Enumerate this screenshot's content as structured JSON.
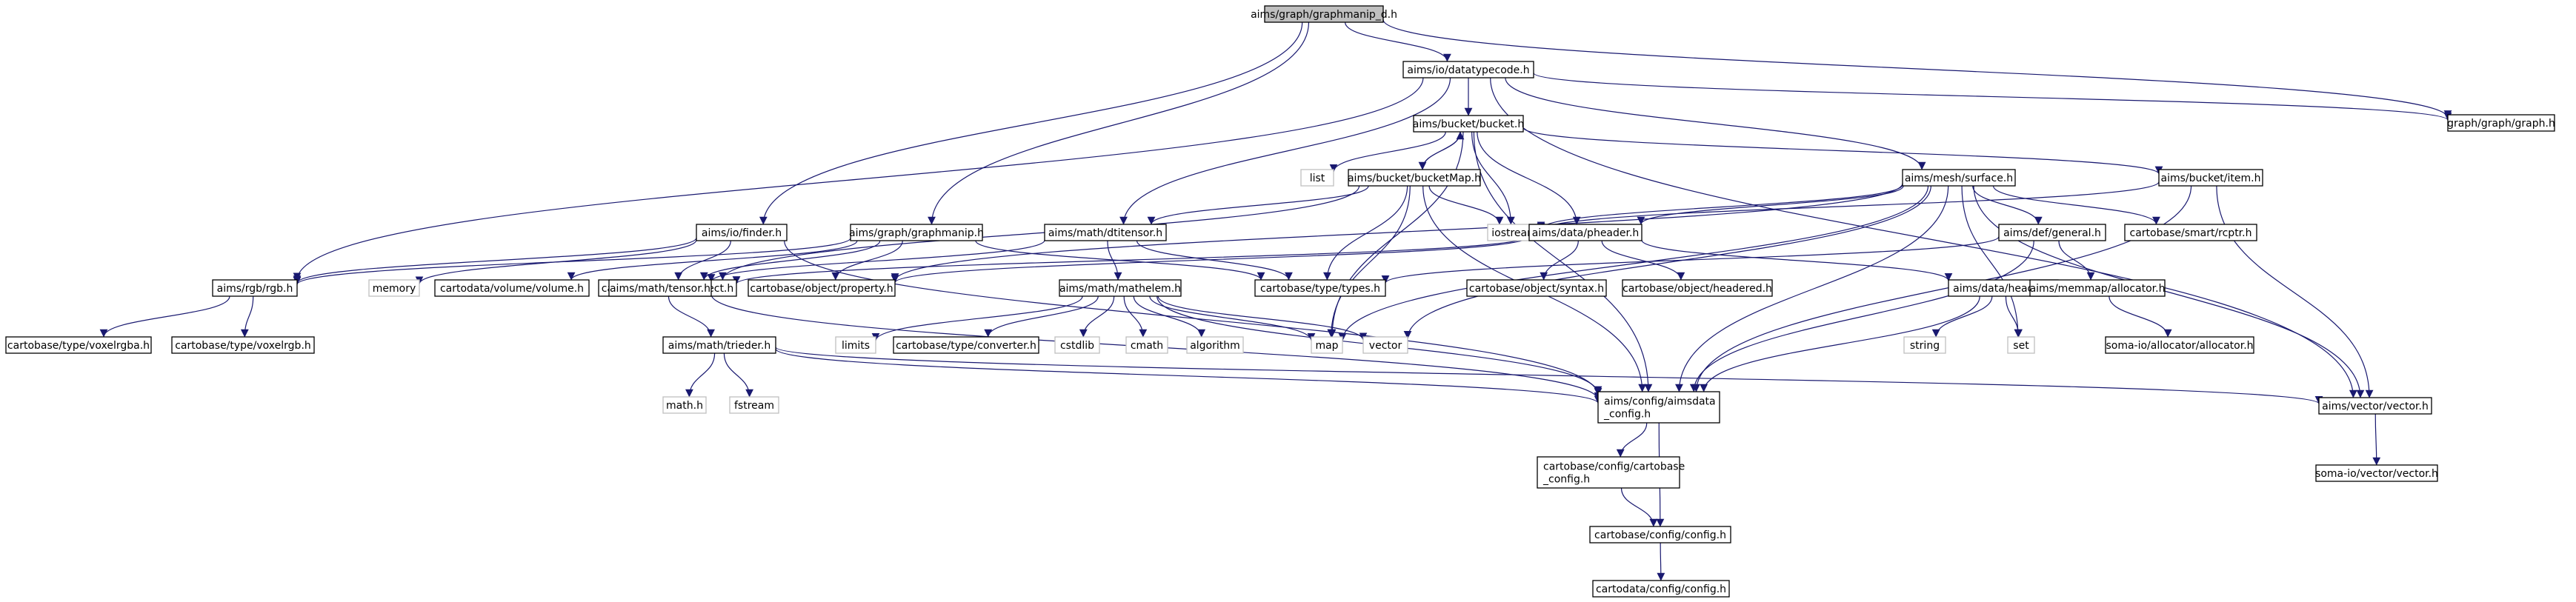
{
  "colors": {
    "edge": "#191970",
    "root_fill": "#bfbfbf",
    "node_border": "#000000",
    "external_border": "#bfbfbf",
    "background": "#ffffff"
  },
  "nodes": [
    {
      "id": "graphmanip_d",
      "label": "aims/graph/graphmanip_d.h",
      "kind": "root"
    },
    {
      "id": "datatypecode",
      "label": "aims/io/datatypecode.h",
      "kind": "file"
    },
    {
      "id": "graph",
      "label": "graph/graph/graph.h",
      "kind": "file"
    },
    {
      "id": "bucket",
      "label": "aims/bucket/bucket.h",
      "kind": "file"
    },
    {
      "id": "list",
      "label": "list",
      "kind": "external"
    },
    {
      "id": "bucketMap",
      "label": "aims/bucket/bucketMap.h",
      "kind": "file"
    },
    {
      "id": "surface",
      "label": "aims/mesh/surface.h",
      "kind": "file"
    },
    {
      "id": "item",
      "label": "aims/bucket/item.h",
      "kind": "file"
    },
    {
      "id": "iostream",
      "label": "iostream",
      "kind": "external"
    },
    {
      "id": "finder",
      "label": "aims/io/finder.h",
      "kind": "file"
    },
    {
      "id": "graphmanip",
      "label": "aims/graph/graphmanip.h",
      "kind": "file"
    },
    {
      "id": "dtitensor",
      "label": "aims/math/dtitensor.h",
      "kind": "file"
    },
    {
      "id": "pheader",
      "label": "aims/data/pheader.h",
      "kind": "file"
    },
    {
      "id": "general",
      "label": "aims/def/general.h",
      "kind": "file"
    },
    {
      "id": "rcptr",
      "label": "cartobase/smart/rcptr.h",
      "kind": "file"
    },
    {
      "id": "rgb",
      "label": "aims/rgb/rgb.h",
      "kind": "file"
    },
    {
      "id": "memory",
      "label": "memory",
      "kind": "external"
    },
    {
      "id": "volume",
      "label": "cartodata/volume/volume.h",
      "kind": "file"
    },
    {
      "id": "object",
      "label": "cartobase/object/object.h",
      "kind": "file"
    },
    {
      "id": "property",
      "label": "cartobase/object/property.h",
      "kind": "file"
    },
    {
      "id": "types",
      "label": "cartobase/type/types.h",
      "kind": "file"
    },
    {
      "id": "syntax",
      "label": "cartobase/object/syntax.h",
      "kind": "file"
    },
    {
      "id": "headered",
      "label": "cartobase/object/headered.h",
      "kind": "file"
    },
    {
      "id": "header",
      "label": "aims/data/header.h",
      "kind": "file"
    },
    {
      "id": "allocator",
      "label": "aims/memmap/allocator.h",
      "kind": "file"
    },
    {
      "id": "tensor",
      "label": "aims/math/tensor.h",
      "kind": "file"
    },
    {
      "id": "mathelem",
      "label": "aims/math/mathelem.h",
      "kind": "file"
    },
    {
      "id": "voxelrgba",
      "label": "cartobase/type/voxelrgba.h",
      "kind": "file"
    },
    {
      "id": "voxelrgb",
      "label": "cartobase/type/voxelrgb.h",
      "kind": "file"
    },
    {
      "id": "limits",
      "label": "limits",
      "kind": "external"
    },
    {
      "id": "converter",
      "label": "cartobase/type/converter.h",
      "kind": "file"
    },
    {
      "id": "cstdlib",
      "label": "cstdlib",
      "kind": "external"
    },
    {
      "id": "cmath",
      "label": "cmath",
      "kind": "external"
    },
    {
      "id": "algorithm",
      "label": "algorithm",
      "kind": "external"
    },
    {
      "id": "map",
      "label": "map",
      "kind": "external"
    },
    {
      "id": "vector_std",
      "label": "vector",
      "kind": "external"
    },
    {
      "id": "string",
      "label": "string",
      "kind": "external"
    },
    {
      "id": "set",
      "label": "set",
      "kind": "external"
    },
    {
      "id": "soma_allocator",
      "label": "soma-io/allocator/allocator.h",
      "kind": "file"
    },
    {
      "id": "trieder",
      "label": "aims/math/trieder.h",
      "kind": "file"
    },
    {
      "id": "mathh",
      "label": "math.h",
      "kind": "external"
    },
    {
      "id": "fstream",
      "label": "fstream",
      "kind": "external"
    },
    {
      "id": "aimsdata_config",
      "label": "aims/config/aimsdata\n_config.h",
      "kind": "file"
    },
    {
      "id": "aims_vector",
      "label": "aims/vector/vector.h",
      "kind": "file"
    },
    {
      "id": "soma_vector",
      "label": "soma-io/vector/vector.h",
      "kind": "file"
    },
    {
      "id": "cartobase_config",
      "label": "cartobase/config/cartobase\n_config.h",
      "kind": "file"
    },
    {
      "id": "cb_config",
      "label": "cartobase/config/config.h",
      "kind": "file"
    },
    {
      "id": "cd_config",
      "label": "cartodata/config/config.h",
      "kind": "file"
    }
  ],
  "edges": [
    [
      "graphmanip_d",
      "datatypecode"
    ],
    [
      "graphmanip_d",
      "graph"
    ],
    [
      "graphmanip_d",
      "finder"
    ],
    [
      "graphmanip_d",
      "graphmanip"
    ],
    [
      "datatypecode",
      "bucket"
    ],
    [
      "datatypecode",
      "graph"
    ],
    [
      "datatypecode",
      "surface"
    ],
    [
      "datatypecode",
      "dtitensor"
    ],
    [
      "datatypecode",
      "rgb"
    ],
    [
      "datatypecode",
      "aims_vector"
    ],
    [
      "bucket",
      "list"
    ],
    [
      "bucket",
      "bucketMap"
    ],
    [
      "bucket",
      "item"
    ],
    [
      "bucket",
      "iostream"
    ],
    [
      "bucket",
      "pheader"
    ],
    [
      "bucket",
      "map"
    ],
    [
      "bucket",
      "aimsdata_config"
    ],
    [
      "bucketMap",
      "bucket"
    ],
    [
      "bucketMap",
      "iostream"
    ],
    [
      "bucketMap",
      "dtitensor"
    ],
    [
      "bucketMap",
      "types"
    ],
    [
      "bucketMap",
      "map"
    ],
    [
      "bucketMap",
      "object"
    ],
    [
      "bucketMap",
      "aimsdata_config"
    ],
    [
      "surface",
      "iostream"
    ],
    [
      "surface",
      "pheader"
    ],
    [
      "surface",
      "general"
    ],
    [
      "surface",
      "rcptr"
    ],
    [
      "surface",
      "map"
    ],
    [
      "surface",
      "vector_std"
    ],
    [
      "surface",
      "set"
    ],
    [
      "surface",
      "aims_vector"
    ],
    [
      "surface",
      "aimsdata_config"
    ],
    [
      "surface",
      "property"
    ],
    [
      "item",
      "iostream"
    ],
    [
      "item",
      "aims_vector"
    ],
    [
      "item",
      "aimsdata_config"
    ],
    [
      "finder",
      "object"
    ],
    [
      "finder",
      "rgb"
    ],
    [
      "finder",
      "memory"
    ],
    [
      "finder",
      "aimsdata_config"
    ],
    [
      "graphmanip",
      "object"
    ],
    [
      "graphmanip",
      "property"
    ],
    [
      "graphmanip",
      "rgb"
    ],
    [
      "graphmanip",
      "volume"
    ],
    [
      "graphmanip",
      "types"
    ],
    [
      "dtitensor",
      "tensor"
    ],
    [
      "dtitensor",
      "mathelem"
    ],
    [
      "dtitensor",
      "types"
    ],
    [
      "pheader",
      "property"
    ],
    [
      "pheader",
      "syntax"
    ],
    [
      "pheader",
      "headered"
    ],
    [
      "pheader",
      "header"
    ],
    [
      "pheader",
      "object"
    ],
    [
      "general",
      "types"
    ],
    [
      "general",
      "allocator"
    ],
    [
      "general",
      "aimsdata_config"
    ],
    [
      "rgb",
      "voxelrgba"
    ],
    [
      "rgb",
      "voxelrgb"
    ],
    [
      "header",
      "string"
    ],
    [
      "header",
      "set"
    ],
    [
      "header",
      "aimsdata_config"
    ],
    [
      "allocator",
      "soma_allocator"
    ],
    [
      "tensor",
      "trieder"
    ],
    [
      "tensor",
      "aimsdata_config"
    ],
    [
      "mathelem",
      "limits"
    ],
    [
      "mathelem",
      "converter"
    ],
    [
      "mathelem",
      "cstdlib"
    ],
    [
      "mathelem",
      "cmath"
    ],
    [
      "mathelem",
      "algorithm"
    ],
    [
      "mathelem",
      "map"
    ],
    [
      "mathelem",
      "vector_std"
    ],
    [
      "mathelem",
      "aimsdata_config"
    ],
    [
      "trieder",
      "mathh"
    ],
    [
      "trieder",
      "fstream"
    ],
    [
      "trieder",
      "aims_vector"
    ],
    [
      "trieder",
      "aimsdata_config"
    ],
    [
      "aimsdata_config",
      "cartobase_config"
    ],
    [
      "aimsdata_config",
      "cb_config"
    ],
    [
      "cartobase_config",
      "cb_config"
    ],
    [
      "cb_config",
      "cd_config"
    ],
    [
      "aims_vector",
      "soma_vector"
    ]
  ]
}
